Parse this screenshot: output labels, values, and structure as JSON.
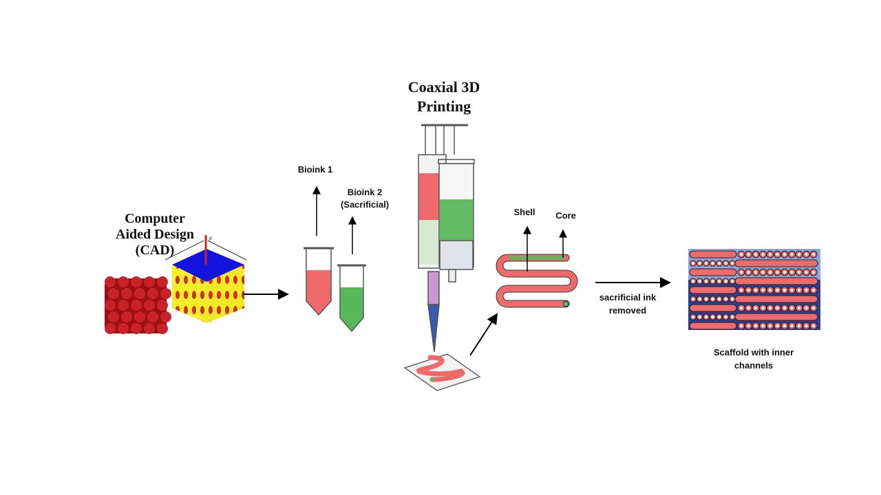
{
  "cad": {
    "title_lines": [
      "Computer",
      "Aided Design",
      "(CAD)"
    ],
    "label": "F"
  },
  "bioinks": {
    "bioink1": "Bioink 1",
    "bioink2_lines": [
      "Bioink 2",
      "(Sacrificial)"
    ]
  },
  "printing": {
    "title_lines": [
      "Coaxial 3D",
      "Printing"
    ]
  },
  "fiber": {
    "shell": "Shell",
    "core": "Core"
  },
  "process": {
    "step_lines": [
      "sacrificial ink",
      "removed"
    ]
  },
  "result": {
    "caption_lines": [
      "Scaffold with inner",
      "channels"
    ]
  },
  "colors": {
    "bioink": "#ef6b6b",
    "sacrificial": "#58b85a",
    "cad_red": "#b3121a",
    "cad_top": "#1010e0",
    "cad_side": "#f4ee2a",
    "scaffold_bg": "#1a2a7a"
  }
}
